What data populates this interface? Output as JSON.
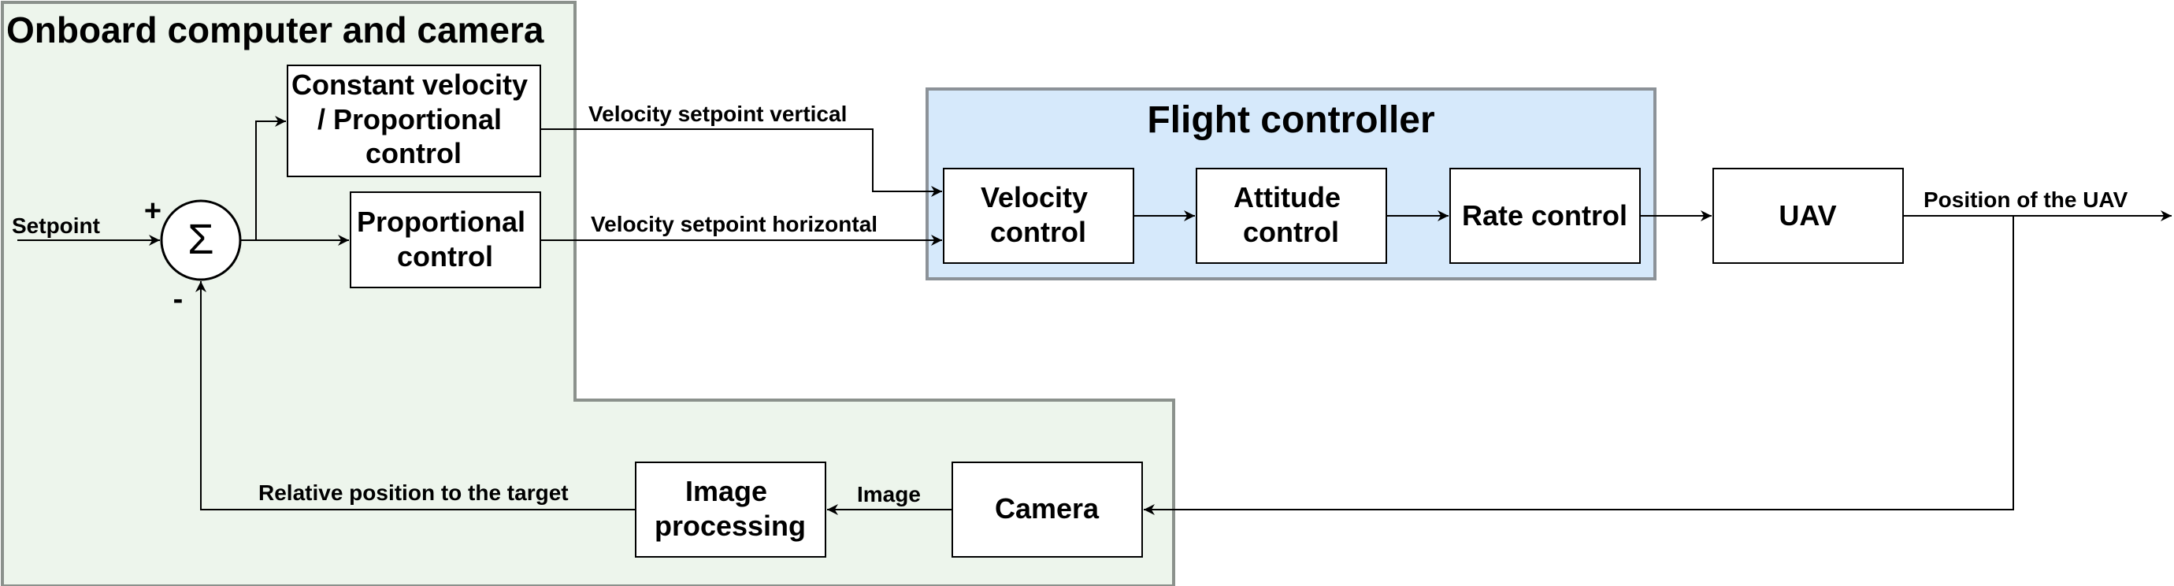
{
  "groups": {
    "onboard_title": "Onboard computer and camera",
    "flight_controller_title": "Flight controller"
  },
  "blocks": {
    "constant_velocity": [
      "Constant velocity",
      "/ Proportional",
      "control"
    ],
    "proportional_control": [
      "Proportional",
      "control"
    ],
    "velocity_control": [
      "Velocity",
      "control"
    ],
    "attitude_control": [
      "Attitude",
      "control"
    ],
    "rate_control": [
      "Rate control"
    ],
    "uav": [
      "UAV"
    ],
    "camera": [
      "Camera"
    ],
    "image_processing": [
      "Image",
      "processing"
    ]
  },
  "signals": {
    "setpoint": "Setpoint",
    "velocity_vertical": "Velocity setpoint vertical",
    "velocity_horizontal": "Velocity setpoint horizontal",
    "position_uav": "Position of the UAV",
    "image": "Image",
    "relative_position": "Relative position to the target"
  },
  "summing_junction": {
    "symbol": "Σ",
    "plus_sign": "+",
    "minus_sign": "-"
  },
  "colors": {
    "onboard_fill": "#edf5ec",
    "onboard_stroke": "#8b918c",
    "flight_fill": "#d6e9fb",
    "flight_stroke": "#8c9298",
    "line": "#000000"
  }
}
